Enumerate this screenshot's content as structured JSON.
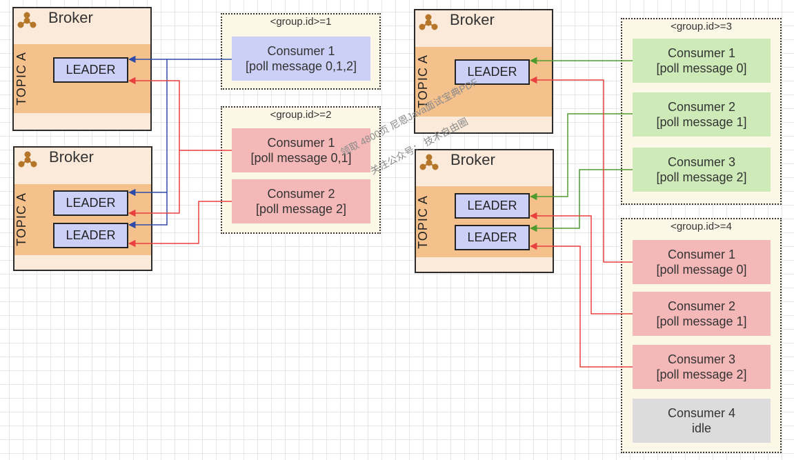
{
  "brokers": [
    {
      "title": "Broker",
      "topic": "TOPIC A",
      "leaders": [
        "LEADER"
      ]
    },
    {
      "title": "Broker",
      "topic": "TOPIC A",
      "leaders": [
        "LEADER",
        "LEADER"
      ]
    },
    {
      "title": "Broker",
      "topic": "TOPIC A",
      "leaders": [
        "LEADER"
      ]
    },
    {
      "title": "Broker",
      "topic": "TOPIC A",
      "leaders": [
        "LEADER",
        "LEADER"
      ]
    }
  ],
  "groups": [
    {
      "title": "<group.id>=1",
      "consumers": [
        {
          "name": "Consumer 1",
          "detail": "[poll message 0,1,2]",
          "color": "#ccd0f7"
        }
      ]
    },
    {
      "title": "<group.id>=2",
      "consumers": [
        {
          "name": "Consumer 1",
          "detail": "[poll message 0,1]",
          "color": "#f4b8b9"
        },
        {
          "name": "Consumer 2",
          "detail": "[poll message 2]",
          "color": "#f4b8b9"
        }
      ]
    },
    {
      "title": "<group.id>=3",
      "consumers": [
        {
          "name": "Consumer 1",
          "detail": "[poll message 0]",
          "color": "#cdeab8"
        },
        {
          "name": "Consumer 2",
          "detail": "[poll message 1]",
          "color": "#cdeab8"
        },
        {
          "name": "Consumer 3",
          "detail": "[poll message 2]",
          "color": "#cdeab8"
        }
      ]
    },
    {
      "title": "<group.id>=4",
      "consumers": [
        {
          "name": "Consumer 1",
          "detail": "[poll message 0]",
          "color": "#f4b8b9"
        },
        {
          "name": "Consumer 2",
          "detail": "[poll message 1]",
          "color": "#f4b8b9"
        },
        {
          "name": "Consumer 3",
          "detail": "[poll message 2]",
          "color": "#f4b8b9"
        },
        {
          "name": "Consumer 4",
          "detail": "idle",
          "color": "#dcdcdc"
        }
      ]
    }
  ],
  "edge_colors": {
    "blue": "#2e4aa8",
    "red": "#e8403f",
    "green": "#4f9a2d"
  },
  "icon_color": "#b5762a",
  "watermark": {
    "line1": "领取 4800页 尼恩Java面试宝典PDF",
    "line2": "关注公众号：  技术自由圈"
  }
}
